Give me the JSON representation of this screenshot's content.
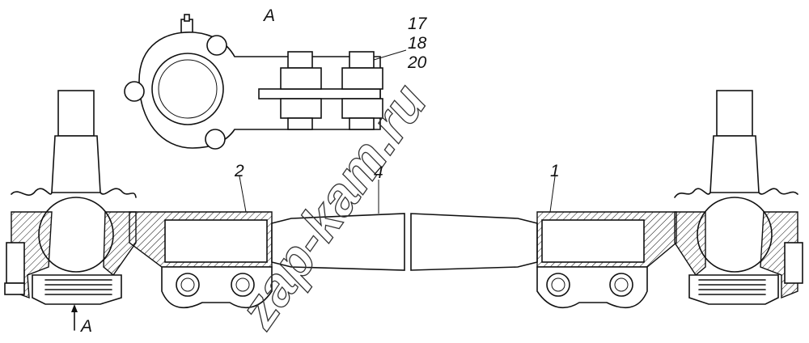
{
  "labels": {
    "view_a": "A",
    "arrow_a": "A",
    "part_17": "17",
    "part_18": "18",
    "part_20": "20",
    "part_2": "2",
    "part_4": "4",
    "part_1": "1"
  },
  "watermark": "zap-kam.ru",
  "colors": {
    "line": "#111111",
    "background": "#ffffff"
  }
}
